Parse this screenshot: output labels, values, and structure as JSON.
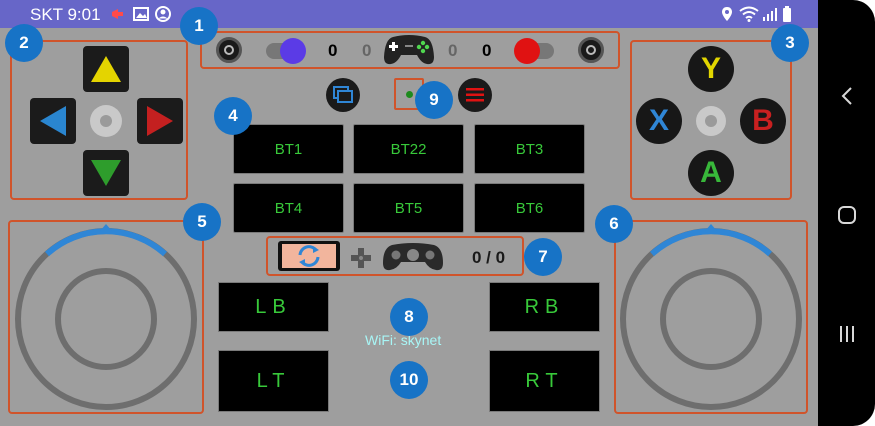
{
  "status_bar": {
    "carrier_time": "SKT 9:01"
  },
  "top_bar": {
    "left_count_bold": "0",
    "left_count_light": "0",
    "right_count_light": "0",
    "right_count_bold": "0",
    "left_toggle_color": "#5b3be6",
    "right_toggle_color": "#e01212"
  },
  "dpad": {
    "arrow_up_color": "#e4d400",
    "arrow_left_color": "#2a86d0",
    "arrow_right_color": "#c42020",
    "arrow_down_color": "#2e9d2c"
  },
  "face_buttons": {
    "y": {
      "label": "Y",
      "color": "#e2d600"
    },
    "x": {
      "label": "X",
      "color": "#2f86d6"
    },
    "b": {
      "label": "B",
      "color": "#c92020"
    },
    "a": {
      "label": "A",
      "color": "#38b83a"
    }
  },
  "buttons": [
    "BT1",
    "BT22",
    "BT3",
    "BT4",
    "BT5",
    "BT6"
  ],
  "shoulders": {
    "lb": "LB",
    "rb": "RB",
    "lt": "LT",
    "rt": "RT"
  },
  "counter": {
    "value": "0 / 0"
  },
  "wifi_text": "WiFi: skynet",
  "callouts": [
    "1",
    "2",
    "3",
    "4",
    "5",
    "6",
    "7",
    "8",
    "9",
    "10"
  ]
}
